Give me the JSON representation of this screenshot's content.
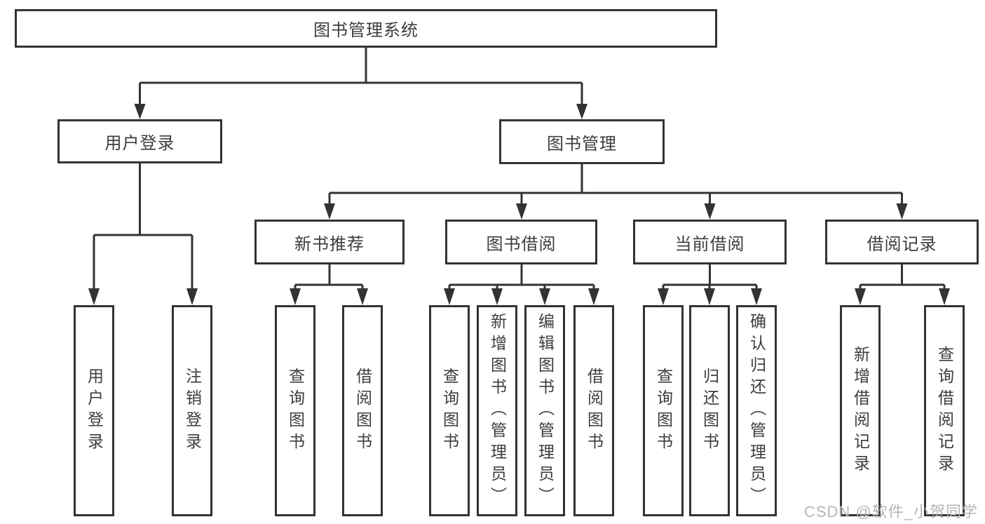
{
  "diagram": {
    "title": "图书管理系统",
    "level1": {
      "user_login": "用户登录",
      "book_management": "图书管理"
    },
    "level2": {
      "new_book_recommend": "新书推荐",
      "book_borrow": "图书借阅",
      "current_borrow": "当前借阅",
      "borrow_records": "借阅记录"
    },
    "leaves": {
      "user_login_children": [
        "用户登录",
        "注销登录"
      ],
      "new_book_children": [
        "查询图书",
        "借阅图书"
      ],
      "book_borrow_children": [
        "查询图书",
        "新增图书（管理员）",
        "编辑图书（管理员）",
        "借阅图书"
      ],
      "current_borrow_children": [
        "查询图书",
        "归还图书",
        "确认归还（管理员）"
      ],
      "borrow_records_children": [
        "新增借阅记录",
        "查询借阅记录"
      ]
    }
  },
  "watermark": "CSDN @软件_小贺同学",
  "colors": {
    "border": "#333333",
    "line": "#333333",
    "text": "#3d3d3d",
    "background": "#ffffff",
    "watermark": "#b5b5b5"
  }
}
